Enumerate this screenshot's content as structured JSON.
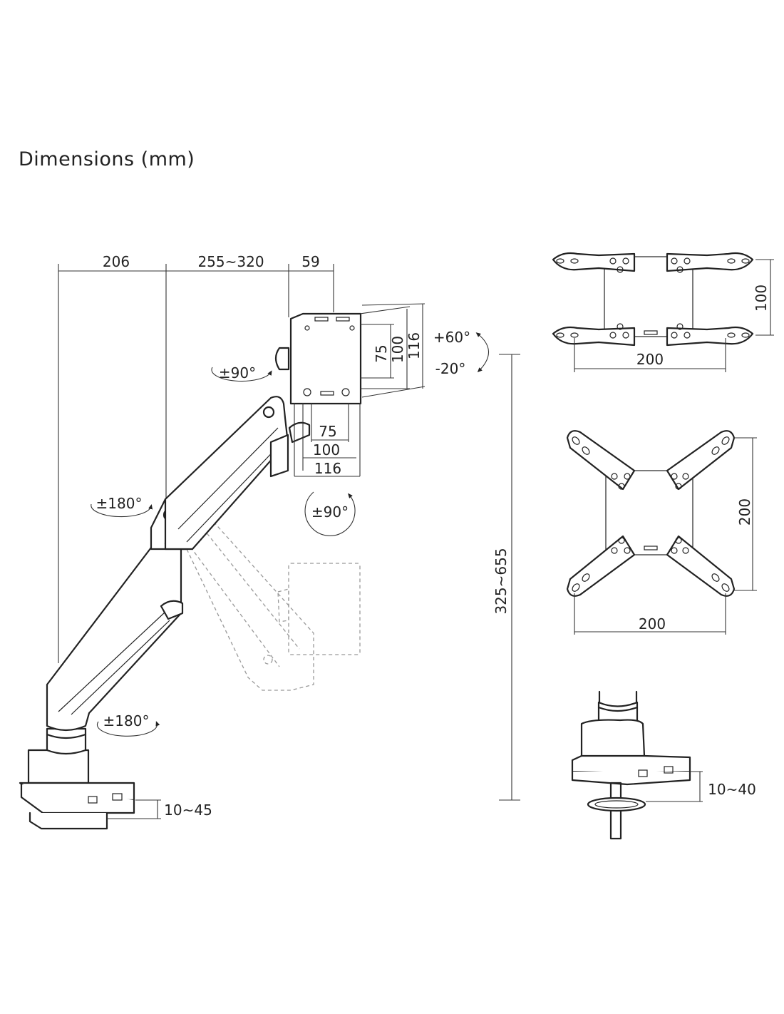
{
  "title": "Dimensions (mm)",
  "dimensions": {
    "base_to_pivot": "206",
    "arm_reach": "255~320",
    "head_depth": "59",
    "vesa_height_75": "75",
    "vesa_height_100": "100",
    "vesa_height_116": "116",
    "vesa_width_75": "75",
    "vesa_width_100": "100",
    "vesa_width_116": "116",
    "height_range": "325~655",
    "clamp_thickness": "10~45",
    "grommet_thickness": "10~40",
    "adapter_top_width": "200",
    "adapter_top_height": "100",
    "adapter_x_width": "200",
    "adapter_x_height": "200"
  },
  "rotations": {
    "head_swivel": "±90°",
    "tilt_up": "+60°",
    "tilt_down": "-20°",
    "elbow_swivel": "±180°",
    "base_swivel": "±180°",
    "screen_rotation": "±90°"
  }
}
